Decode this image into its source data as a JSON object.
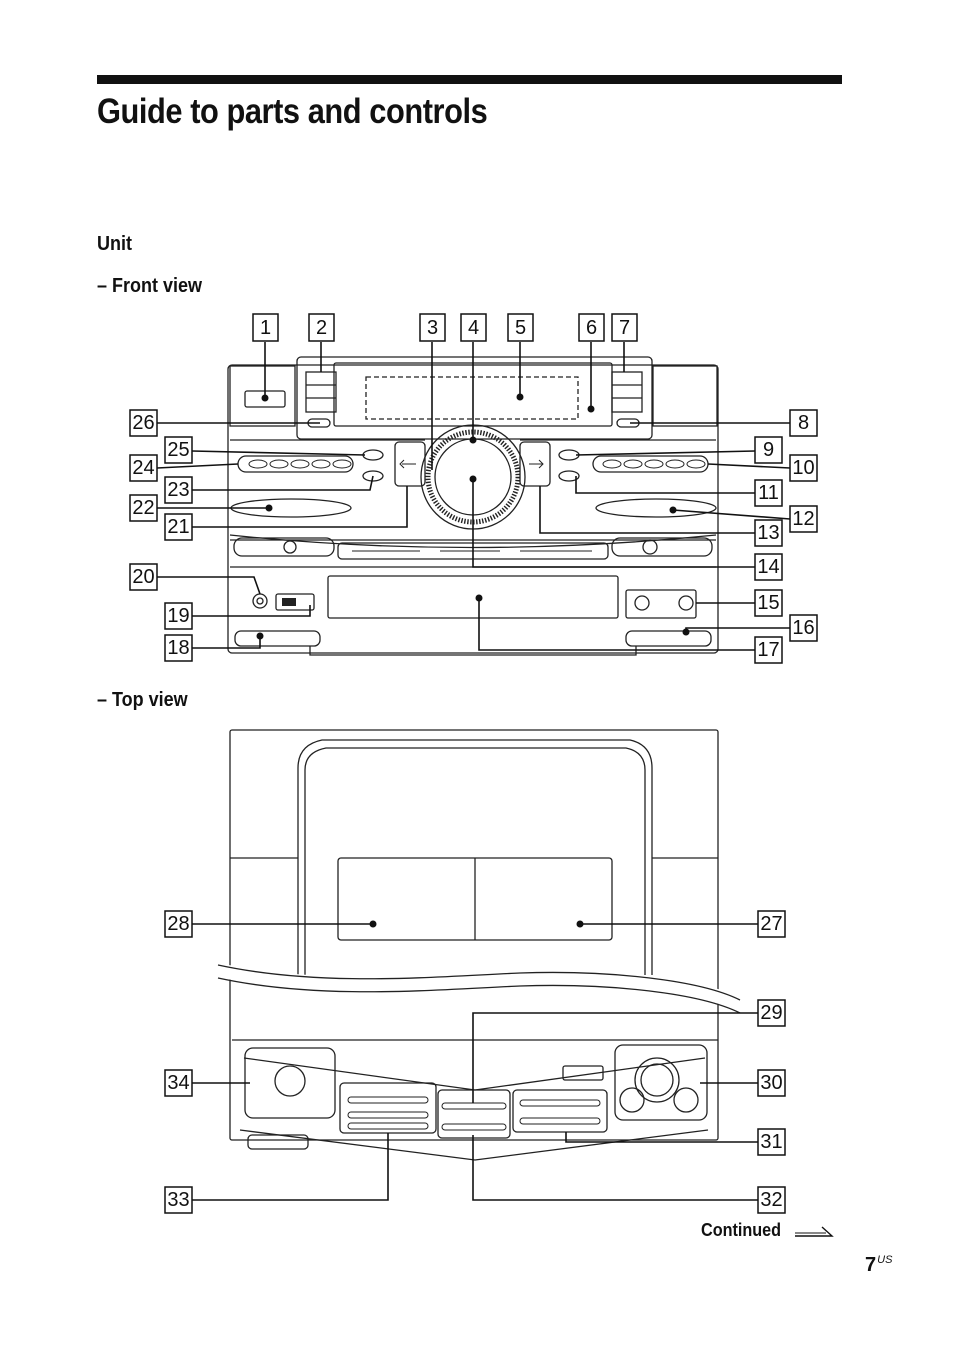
{
  "page": {
    "title": "Guide to parts and controls",
    "section": "Unit",
    "front_view_label": "– Front view",
    "top_view_label": "– Top view",
    "continued": "Continued",
    "page_number": "7",
    "page_suffix": "US"
  },
  "callouts": {
    "front": [
      "1",
      "2",
      "3",
      "4",
      "5",
      "6",
      "7",
      "8",
      "9",
      "10",
      "11",
      "12",
      "13",
      "14",
      "15",
      "16",
      "17",
      "18",
      "19",
      "20",
      "21",
      "22",
      "23",
      "24",
      "25",
      "26"
    ],
    "top": [
      "27",
      "28",
      "29",
      "30",
      "31",
      "32",
      "33",
      "34"
    ]
  },
  "icons": [
    "continued-arrow-icon"
  ]
}
